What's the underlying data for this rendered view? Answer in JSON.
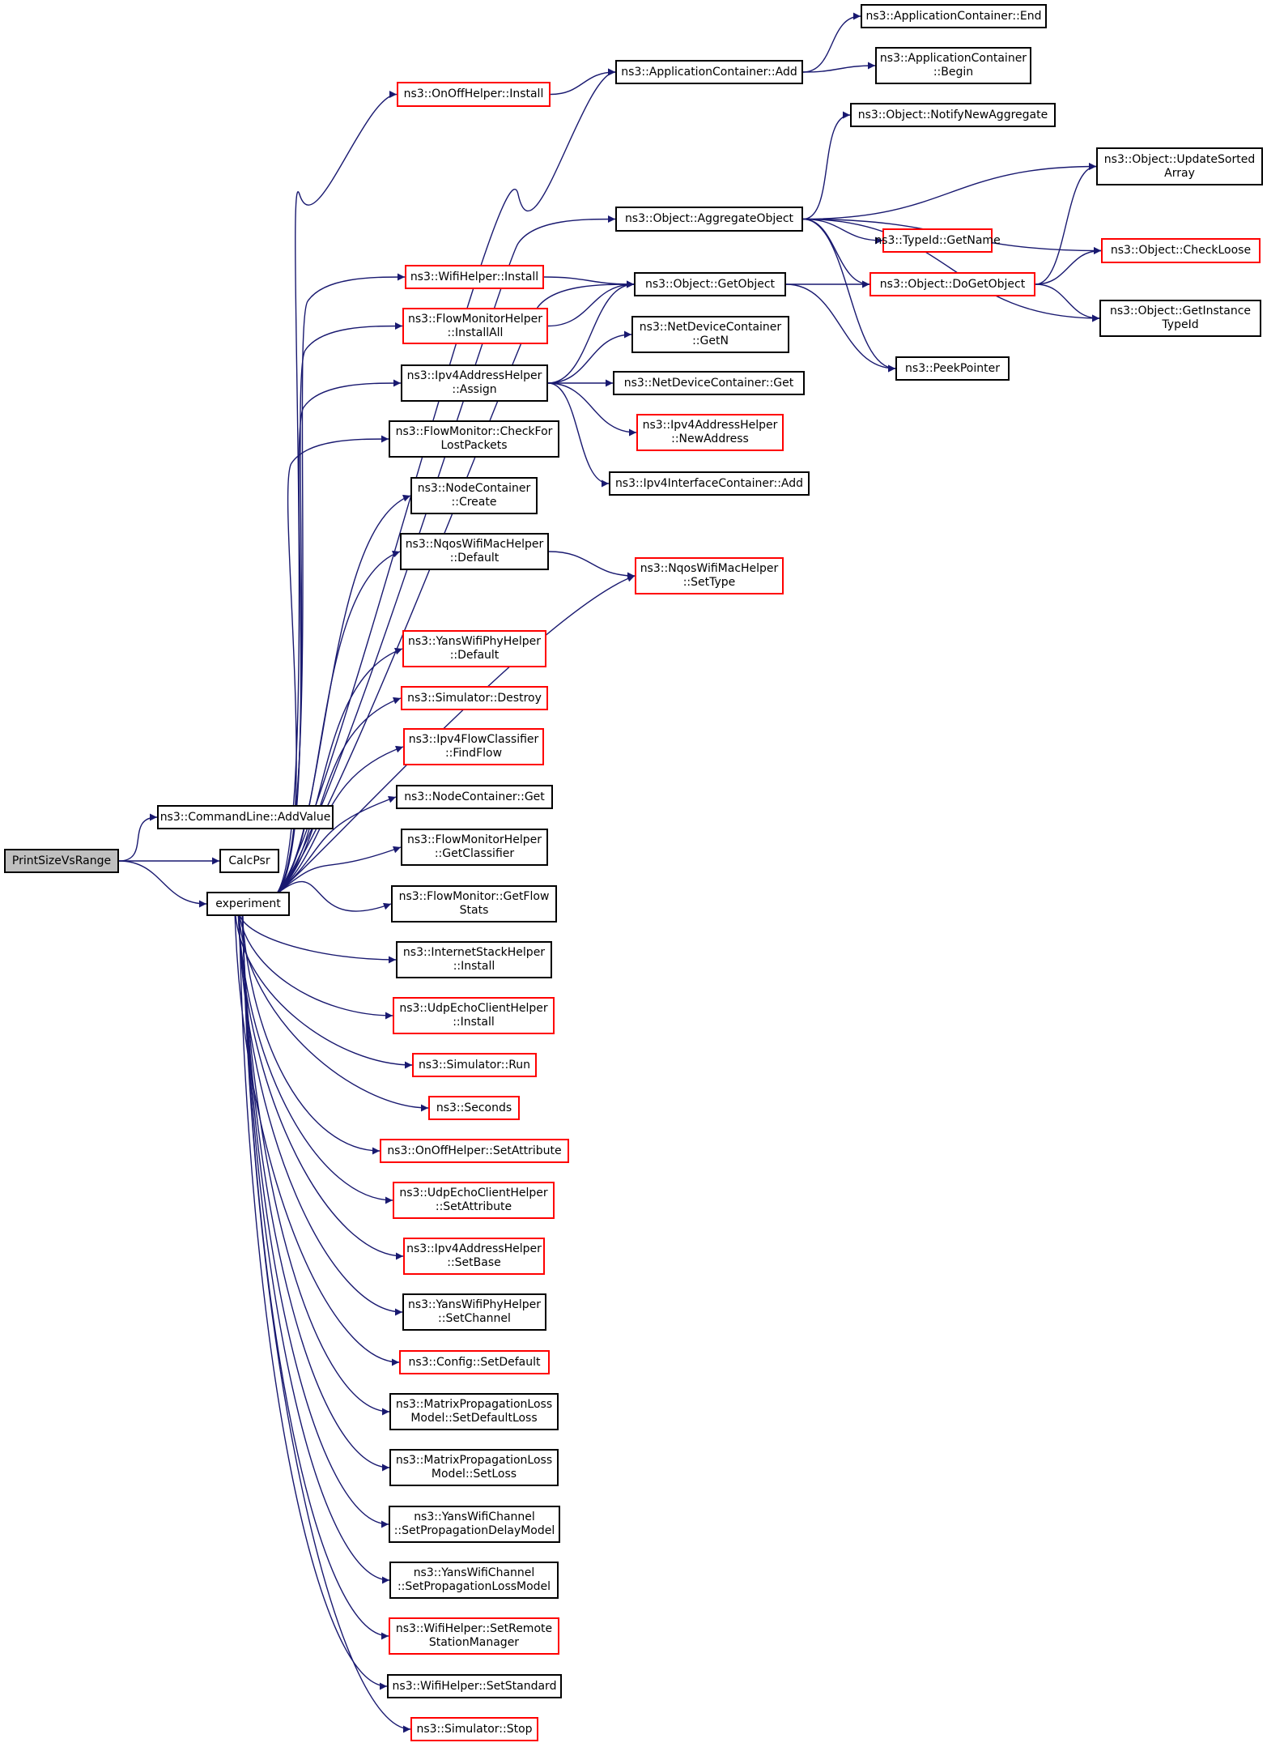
{
  "colors": {
    "edge": "#191970",
    "border_default": "#000000",
    "border_external": "#ff0000",
    "root_fill": "#bfbfbf"
  },
  "nodes": [
    {
      "id": "root",
      "label": "PrintSizeVsRange",
      "style": "root"
    },
    {
      "id": "addvalue",
      "label": "ns3::CommandLine::AddValue",
      "style": "black"
    },
    {
      "id": "calcpsr",
      "label": "CalcPsr",
      "style": "black"
    },
    {
      "id": "experiment",
      "label": "experiment",
      "style": "black"
    },
    {
      "id": "onoff_install",
      "label": "ns3::OnOffHelper::Install",
      "style": "red"
    },
    {
      "id": "appcont_add",
      "label": "ns3::ApplicationContainer::Add",
      "style": "black"
    },
    {
      "id": "appcont_end",
      "label": "ns3::ApplicationContainer::End",
      "style": "black"
    },
    {
      "id": "appcont_begin",
      "label": "ns3::ApplicationContainer\n::Begin",
      "style": "black"
    },
    {
      "id": "notify",
      "label": "ns3::Object::NotifyNewAggregate",
      "style": "black"
    },
    {
      "id": "updatesorted",
      "label": "ns3::Object::UpdateSorted\nArray",
      "style": "black"
    },
    {
      "id": "aggregate",
      "label": "ns3::Object::AggregateObject",
      "style": "black"
    },
    {
      "id": "typeid_getname",
      "label": "ns3::TypeId::GetName",
      "style": "red"
    },
    {
      "id": "checkloose",
      "label": "ns3::Object::CheckLoose",
      "style": "red"
    },
    {
      "id": "wifi_install",
      "label": "ns3::WifiHelper::Install",
      "style": "red"
    },
    {
      "id": "getobject",
      "label": "ns3::Object::GetObject",
      "style": "black"
    },
    {
      "id": "dogetobject",
      "label": "ns3::Object::DoGetObject",
      "style": "red"
    },
    {
      "id": "getinstance",
      "label": "ns3::Object::GetInstance\nTypeId",
      "style": "black"
    },
    {
      "id": "fm_installall",
      "label": "ns3::FlowMonitorHelper\n::InstallAll",
      "style": "red"
    },
    {
      "id": "netdev_getn",
      "label": "ns3::NetDeviceContainer\n::GetN",
      "style": "black"
    },
    {
      "id": "peekpointer",
      "label": "ns3::PeekPointer",
      "style": "black"
    },
    {
      "id": "ipv4_assign",
      "label": "ns3::Ipv4AddressHelper\n::Assign",
      "style": "black"
    },
    {
      "id": "netdev_get",
      "label": "ns3::NetDeviceContainer::Get",
      "style": "black"
    },
    {
      "id": "ipv4_newaddr",
      "label": "ns3::Ipv4AddressHelper\n::NewAddress",
      "style": "red"
    },
    {
      "id": "fm_checklost",
      "label": "ns3::FlowMonitor::CheckFor\nLostPackets",
      "style": "black"
    },
    {
      "id": "ipv4if_add",
      "label": "ns3::Ipv4InterfaceContainer::Add",
      "style": "black"
    },
    {
      "id": "nc_create",
      "label": "ns3::NodeContainer\n::Create",
      "style": "black"
    },
    {
      "id": "nqos_default",
      "label": "ns3::NqosWifiMacHelper\n::Default",
      "style": "black"
    },
    {
      "id": "nqos_settype",
      "label": "ns3::NqosWifiMacHelper\n::SetType",
      "style": "red"
    },
    {
      "id": "yansphy_default",
      "label": "ns3::YansWifiPhyHelper\n::Default",
      "style": "red"
    },
    {
      "id": "sim_destroy",
      "label": "ns3::Simulator::Destroy",
      "style": "red"
    },
    {
      "id": "ipv4fc_findflow",
      "label": "ns3::Ipv4FlowClassifier\n::FindFlow",
      "style": "red"
    },
    {
      "id": "nc_get",
      "label": "ns3::NodeContainer::Get",
      "style": "black"
    },
    {
      "id": "fmh_getclassifier",
      "label": "ns3::FlowMonitorHelper\n::GetClassifier",
      "style": "black"
    },
    {
      "id": "fm_getflowstats",
      "label": "ns3::FlowMonitor::GetFlow\nStats",
      "style": "black"
    },
    {
      "id": "inet_install",
      "label": "ns3::InternetStackHelper\n::Install",
      "style": "black"
    },
    {
      "id": "udpecho_install",
      "label": "ns3::UdpEchoClientHelper\n::Install",
      "style": "red"
    },
    {
      "id": "sim_run",
      "label": "ns3::Simulator::Run",
      "style": "red"
    },
    {
      "id": "seconds",
      "label": "ns3::Seconds",
      "style": "red"
    },
    {
      "id": "onoff_setattr",
      "label": "ns3::OnOffHelper::SetAttribute",
      "style": "red"
    },
    {
      "id": "udpecho_setattr",
      "label": "ns3::UdpEchoClientHelper\n::SetAttribute",
      "style": "red"
    },
    {
      "id": "ipv4_setbase",
      "label": "ns3::Ipv4AddressHelper\n::SetBase",
      "style": "red"
    },
    {
      "id": "yansphy_setchannel",
      "label": "ns3::YansWifiPhyHelper\n::SetChannel",
      "style": "black"
    },
    {
      "id": "config_setdefault",
      "label": "ns3::Config::SetDefault",
      "style": "red"
    },
    {
      "id": "matrix_setdefaultloss",
      "label": "ns3::MatrixPropagationLoss\nModel::SetDefaultLoss",
      "style": "black"
    },
    {
      "id": "matrix_setloss",
      "label": "ns3::MatrixPropagationLoss\nModel::SetLoss",
      "style": "black"
    },
    {
      "id": "yanschan_setdelay",
      "label": "ns3::YansWifiChannel\n::SetPropagationDelayModel",
      "style": "black"
    },
    {
      "id": "yanschan_setloss",
      "label": "ns3::YansWifiChannel\n::SetPropagationLossModel",
      "style": "black"
    },
    {
      "id": "wifi_setremote",
      "label": "ns3::WifiHelper::SetRemote\nStationManager",
      "style": "red"
    },
    {
      "id": "wifi_setstandard",
      "label": "ns3::WifiHelper::SetStandard",
      "style": "black"
    },
    {
      "id": "sim_stop",
      "label": "ns3::Simulator::Stop",
      "style": "red"
    }
  ],
  "edges": [
    [
      "root",
      "addvalue"
    ],
    [
      "root",
      "calcpsr"
    ],
    [
      "root",
      "experiment"
    ],
    [
      "experiment",
      "onoff_install"
    ],
    [
      "experiment",
      "appcont_add"
    ],
    [
      "experiment",
      "aggregate"
    ],
    [
      "experiment",
      "getobject"
    ],
    [
      "experiment",
      "wifi_install"
    ],
    [
      "experiment",
      "fm_installall"
    ],
    [
      "experiment",
      "ipv4_assign"
    ],
    [
      "experiment",
      "fm_checklost"
    ],
    [
      "experiment",
      "nc_create"
    ],
    [
      "experiment",
      "nqos_default"
    ],
    [
      "experiment",
      "nqos_settype"
    ],
    [
      "experiment",
      "yansphy_default"
    ],
    [
      "experiment",
      "sim_destroy"
    ],
    [
      "experiment",
      "ipv4fc_findflow"
    ],
    [
      "experiment",
      "nc_get"
    ],
    [
      "experiment",
      "fmh_getclassifier"
    ],
    [
      "experiment",
      "fm_getflowstats"
    ],
    [
      "experiment",
      "inet_install"
    ],
    [
      "experiment",
      "udpecho_install"
    ],
    [
      "experiment",
      "sim_run"
    ],
    [
      "experiment",
      "seconds"
    ],
    [
      "experiment",
      "onoff_setattr"
    ],
    [
      "experiment",
      "udpecho_setattr"
    ],
    [
      "experiment",
      "ipv4_setbase"
    ],
    [
      "experiment",
      "yansphy_setchannel"
    ],
    [
      "experiment",
      "config_setdefault"
    ],
    [
      "experiment",
      "matrix_setdefaultloss"
    ],
    [
      "experiment",
      "matrix_setloss"
    ],
    [
      "experiment",
      "yanschan_setdelay"
    ],
    [
      "experiment",
      "yanschan_setloss"
    ],
    [
      "experiment",
      "wifi_setremote"
    ],
    [
      "experiment",
      "wifi_setstandard"
    ],
    [
      "experiment",
      "sim_stop"
    ],
    [
      "onoff_install",
      "appcont_add"
    ],
    [
      "appcont_add",
      "appcont_end"
    ],
    [
      "appcont_add",
      "appcont_begin"
    ],
    [
      "aggregate",
      "notify"
    ],
    [
      "aggregate",
      "updatesorted"
    ],
    [
      "aggregate",
      "checkloose"
    ],
    [
      "aggregate",
      "typeid_getname"
    ],
    [
      "aggregate",
      "dogetobject"
    ],
    [
      "aggregate",
      "getinstance"
    ],
    [
      "aggregate",
      "peekpointer"
    ],
    [
      "wifi_install",
      "getobject"
    ],
    [
      "fm_installall",
      "getobject"
    ],
    [
      "getobject",
      "dogetobject"
    ],
    [
      "getobject",
      "peekpointer"
    ],
    [
      "dogetobject",
      "updatesorted"
    ],
    [
      "dogetobject",
      "checkloose"
    ],
    [
      "dogetobject",
      "getinstance"
    ],
    [
      "ipv4_assign",
      "getobject"
    ],
    [
      "ipv4_assign",
      "netdev_getn"
    ],
    [
      "ipv4_assign",
      "netdev_get"
    ],
    [
      "ipv4_assign",
      "ipv4_newaddr"
    ],
    [
      "ipv4_assign",
      "ipv4if_add"
    ],
    [
      "nqos_default",
      "nqos_settype"
    ]
  ]
}
